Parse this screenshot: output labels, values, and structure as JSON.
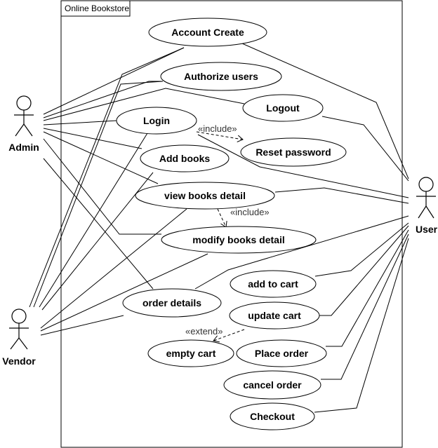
{
  "system": {
    "title": "Online Bookstore"
  },
  "actors": {
    "admin": "Admin",
    "vendor": "Vendor",
    "user": "User"
  },
  "use_cases": {
    "account_create": "Account Create",
    "authorize_users": "Authorize users",
    "logout": "Logout",
    "login": "Login",
    "reset_password": "Reset password",
    "add_books": "Add books",
    "view_books_detail": "view books detail",
    "modify_books_detail": "modify books detail",
    "add_to_cart": "add to cart",
    "order_details": "order details",
    "update_cart": "update cart",
    "empty_cart": "empty cart",
    "place_order": "Place order",
    "cancel_order": "cancel order",
    "checkout": "Checkout"
  },
  "relations": {
    "include_1": "«include»",
    "include_2": "«include»",
    "extend_1": "«extend»"
  }
}
